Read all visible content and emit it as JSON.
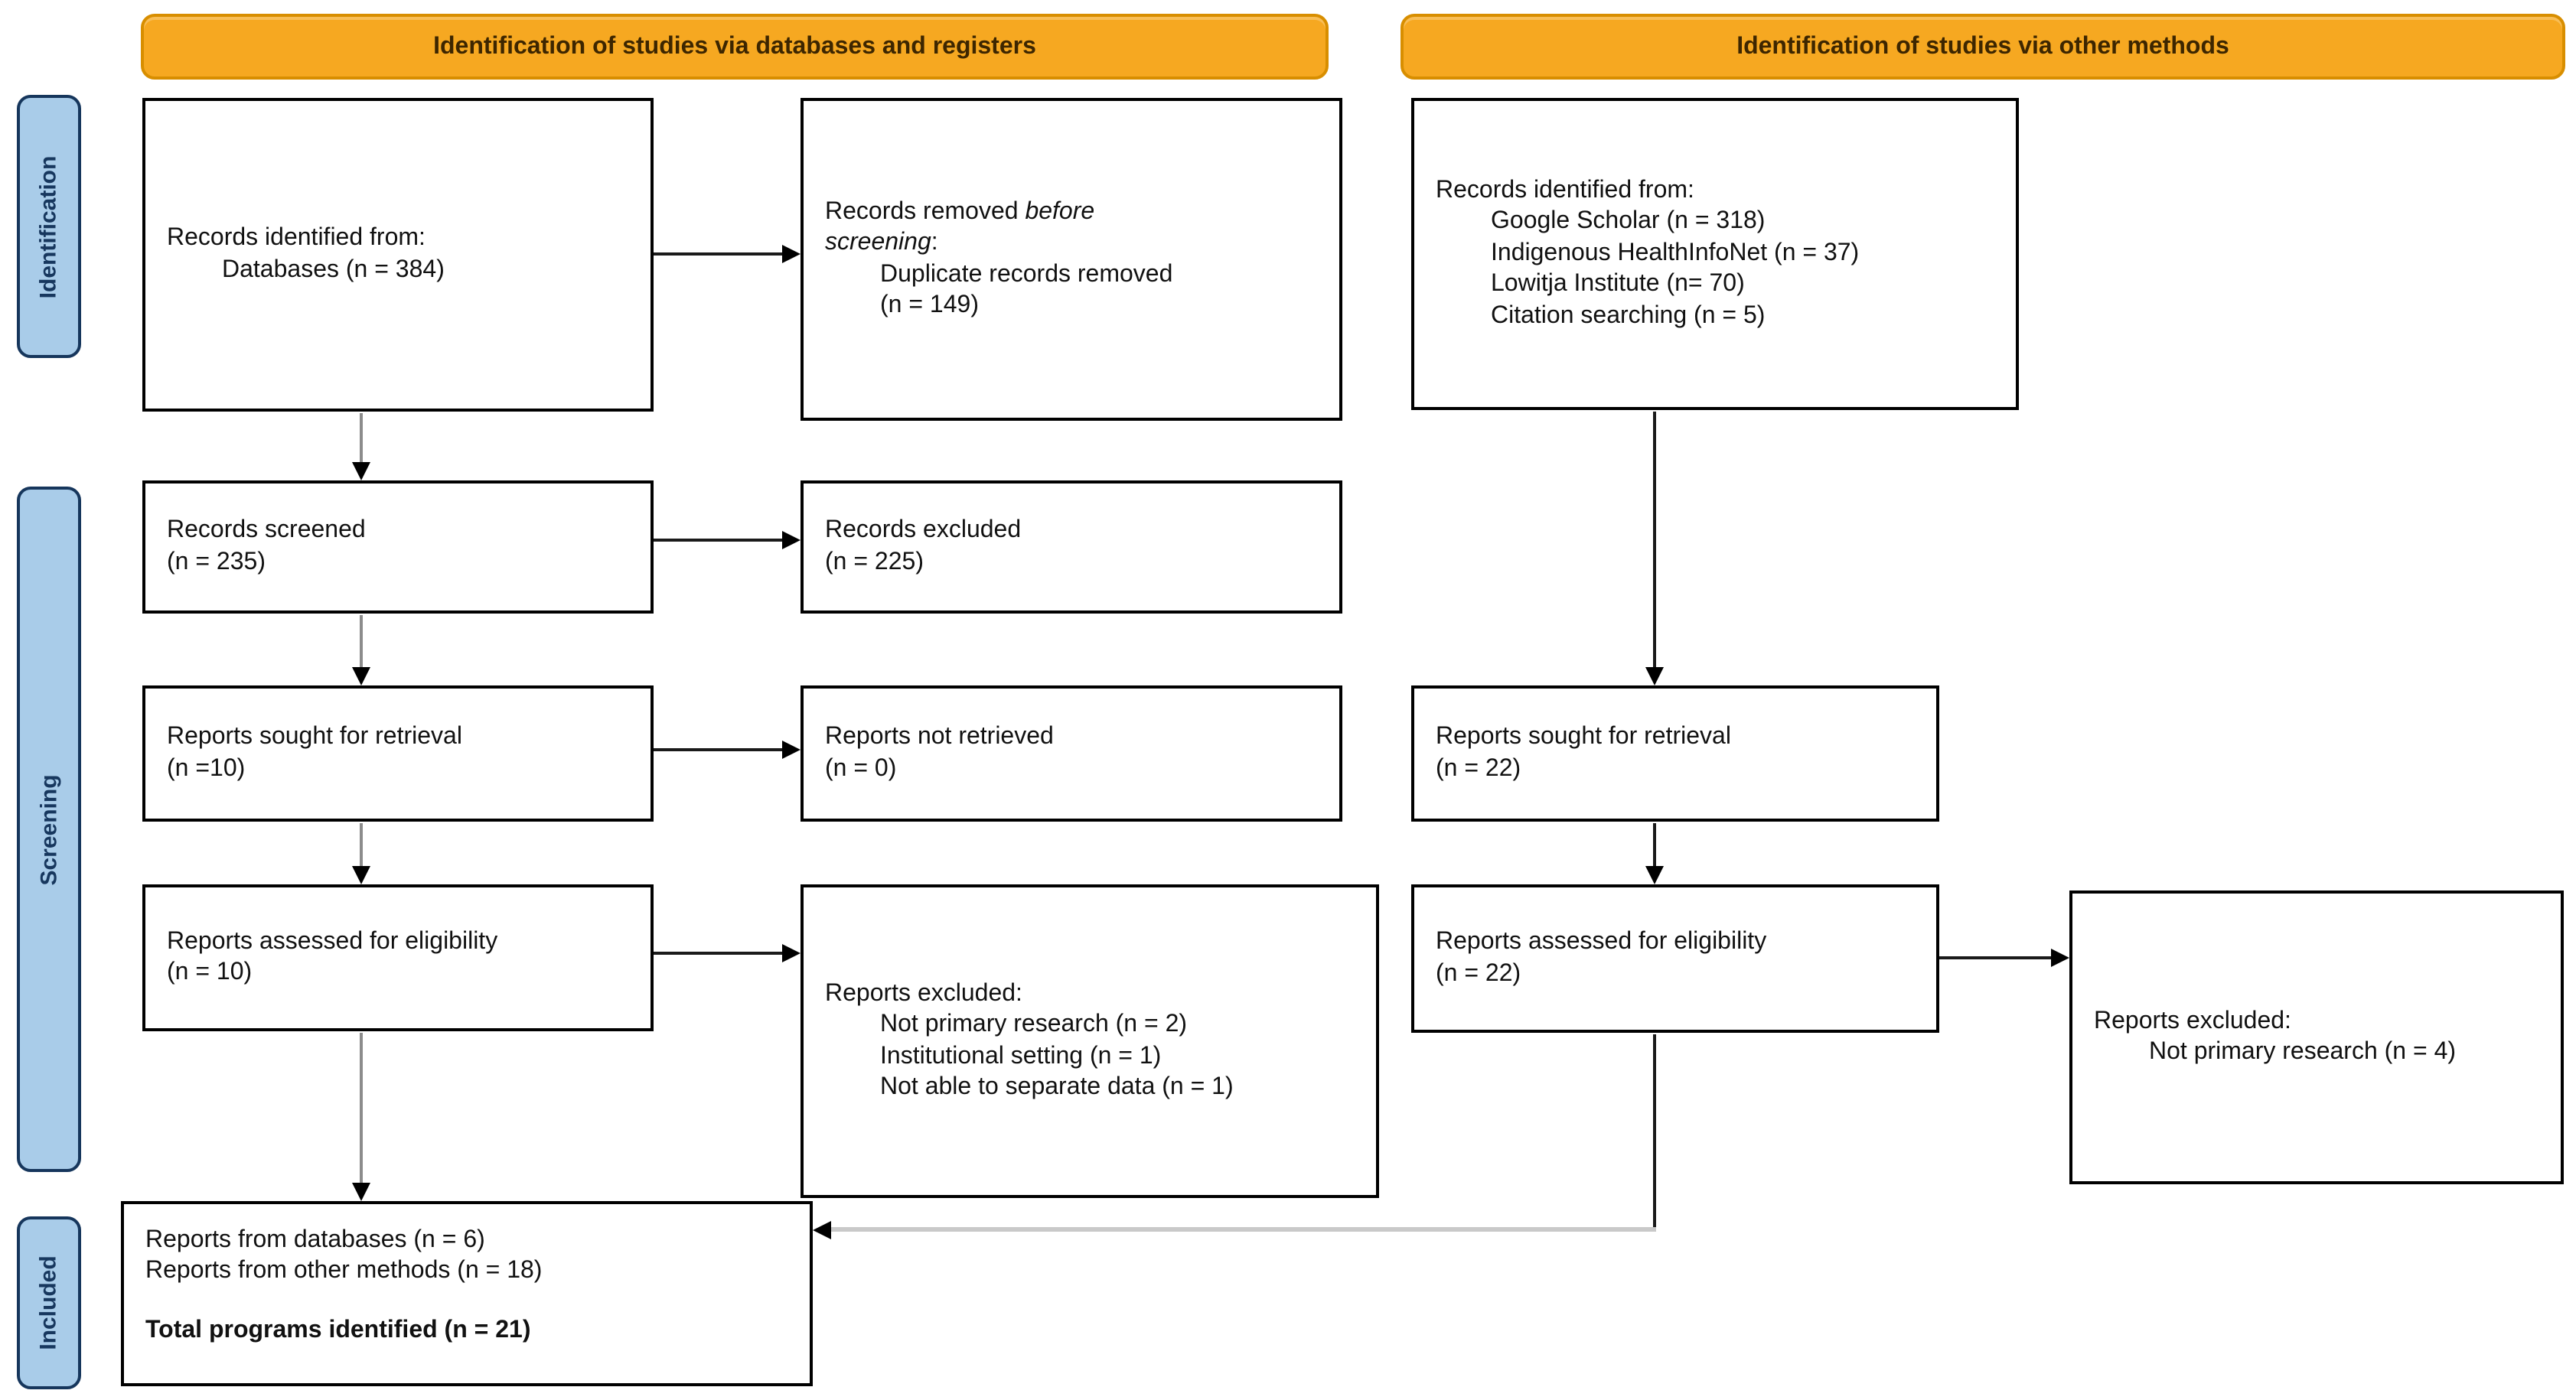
{
  "banners": {
    "left": "Identification of studies via databases and registers",
    "right": "Identification of studies via other methods"
  },
  "stages": {
    "identification": "Identification",
    "screening": "Screening",
    "included": "Included"
  },
  "boxes": {
    "records_identified_db": {
      "l1": "Records identified from:",
      "l2": "Databases (n = 384)"
    },
    "records_removed": {
      "l1a": "Records removed ",
      "l1b": "before",
      "l2a": "screening",
      "l2b": ":",
      "l3": "Duplicate records removed",
      "l4": "(n =  149)"
    },
    "records_identified_other": {
      "l1": "Records identified from:",
      "items": [
        "Google Scholar (n = 318)",
        "Indigenous HealthInfoNet (n = 37)",
        "Lowitja Institute (n= 70)",
        "Citation searching (n = 5)"
      ]
    },
    "records_screened": {
      "l1": "Records screened",
      "l2": "(n = 235)"
    },
    "records_excluded": {
      "l1": "Records excluded",
      "l2": "(n = 225)"
    },
    "reports_sought_db": {
      "l1": "Reports sought for retrieval",
      "l2": "(n =10)"
    },
    "reports_not_retrieved": {
      "l1": "Reports not retrieved",
      "l2": "(n = 0)"
    },
    "reports_sought_other": {
      "l1": "Reports sought for retrieval",
      "l2": "(n = 22)"
    },
    "reports_assessed_db": {
      "l1": "Reports assessed for eligibility",
      "l2": "(n = 10)"
    },
    "reports_excluded_db": {
      "l1": "Reports excluded:",
      "items": [
        "Not primary research (n = 2)",
        "Institutional setting (n = 1)",
        "Not able to separate data (n = 1)"
      ]
    },
    "reports_assessed_other": {
      "l1": "Reports assessed for eligibility",
      "l2": "(n = 22)"
    },
    "reports_excluded_other": {
      "l1": "Reports excluded:",
      "items": [
        "Not primary research (n = 4)"
      ]
    },
    "included": {
      "l1": "Reports from databases (n = 6)",
      "l2": "Reports from other methods (n = 18)",
      "l3": "Total programs identified (n = 21)"
    }
  },
  "colors": {
    "banner_bg": "#F6A821",
    "banner_border": "#D88E00",
    "banner_text": "#3D2600",
    "stage_bg": "#A9CCE9",
    "stage_border": "#16365C",
    "stage_text": "#17375E",
    "box_border": "#000000",
    "arrow_black": "#1A1A1A",
    "arrow_gray": "#8C8C8C",
    "arrow_light_gray": "#C9C9C9"
  }
}
